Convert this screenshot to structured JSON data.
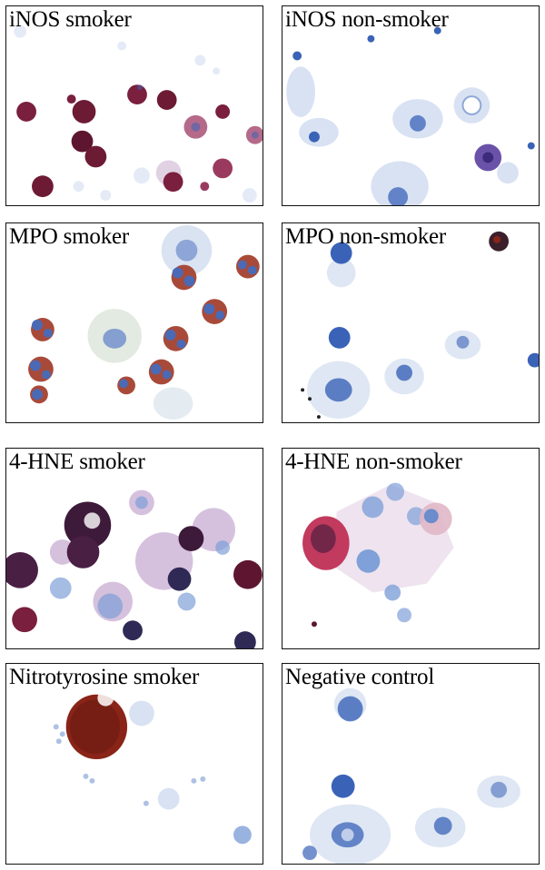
{
  "figure": {
    "panels": [
      {
        "id": "inos-smoker",
        "label": "iNOS smoker"
      },
      {
        "id": "inos-non-smoker",
        "label": "iNOS non-smoker"
      },
      {
        "id": "mpo-smoker",
        "label": "MPO smoker"
      },
      {
        "id": "mpo-non-smoker",
        "label": "MPO non-smoker"
      },
      {
        "id": "hne-smoker",
        "label": "4-HNE smoker"
      },
      {
        "id": "hne-non-smoker",
        "label": "4-HNE non-smoker"
      },
      {
        "id": "nitrotyrosine-smoker",
        "label": "Nitrotyrosine smoker"
      },
      {
        "id": "negative-control",
        "label": "Negative control"
      }
    ]
  },
  "colors": {
    "stain_positive": "#7a1f3d",
    "stain_positive_light": "#b56a8a",
    "stain_brown": "#8a2418",
    "nucleus_blue": "#3a63b8",
    "cytoplasm_light": "#c9d6ee",
    "background": "#ffffff"
  }
}
